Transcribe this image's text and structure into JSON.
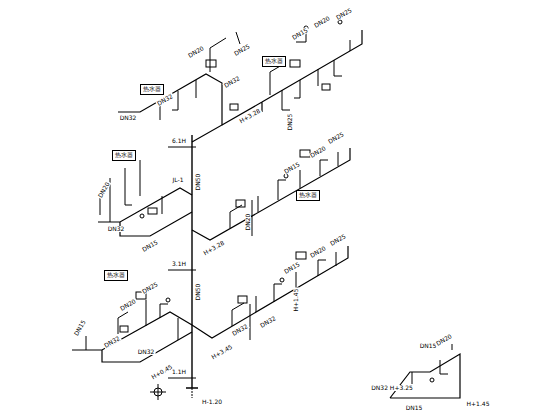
{
  "diagram": {
    "nodes": [
      {
        "text": [
          "热水器"
        ]
      },
      {
        "text": [
          "热水器"
        ]
      },
      {
        "text": [
          "热水器"
        ]
      },
      {
        "text": [
          "热水器"
        ]
      },
      {
        "text": [
          "热水器"
        ]
      }
    ],
    "labels": [
      "DN15",
      "DN20",
      "DN25",
      "DN20",
      "DN25",
      "DN32",
      "DN32",
      "DN32",
      "H+3.28",
      "DN25",
      "6.1H",
      "JL-1",
      "DN50",
      "DN15",
      "DN20",
      "DN25",
      "DN20",
      "DN20",
      "DN32",
      "DN15",
      "H+3.28",
      "3.1H",
      "DN50",
      "DN15",
      "DN20",
      "DN25",
      "DN20",
      "DN25",
      "DN15",
      "DN32",
      "DN32",
      "H+0.45",
      "H+3.45",
      "DN32",
      "DN32",
      "1.1H",
      "H-1.20",
      "DN15",
      "DN20",
      "H+1.45",
      "DN32 H+3.25",
      "DN15",
      "H+1.45"
    ]
  }
}
